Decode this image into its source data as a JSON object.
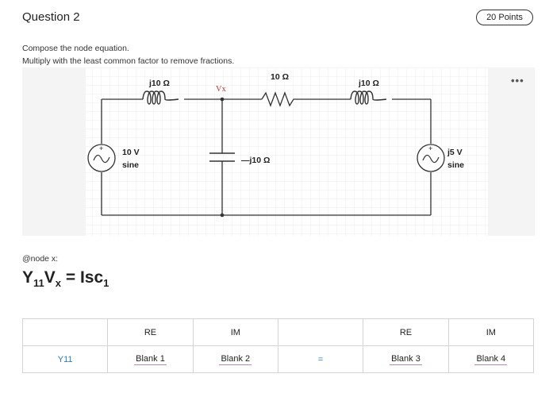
{
  "question": {
    "title": "Question 2",
    "points": "20 Points",
    "instruction1": "Compose the node equation.",
    "instruction2": "Multiply with the least common factor to remove fractions."
  },
  "figure": {
    "more_icon": "ellipsis-icon",
    "labels": {
      "l1": "j10 Ω",
      "vx": "Vx",
      "r1": "10 Ω",
      "l2": "j10 Ω",
      "src1_v": "10 V",
      "src1_t": "sine",
      "cap": "—j10 Ω",
      "src2_v": "j5 V",
      "src2_t": "sine"
    }
  },
  "node": {
    "label": "@node x:",
    "eq_y": "Y",
    "eq_y_sub": "11",
    "eq_v": "V",
    "eq_v_sub": "x",
    "eq_mid": " = Isc",
    "eq_i_sub": "1"
  },
  "table": {
    "headers": [
      "",
      "RE",
      "IM",
      "",
      "RE",
      "IM"
    ],
    "row": {
      "label": "Y11",
      "blank1": "Blank 1",
      "blank2": "Blank 2",
      "equals": "=",
      "blank3": "Blank 3",
      "blank4": "Blank 4"
    }
  }
}
